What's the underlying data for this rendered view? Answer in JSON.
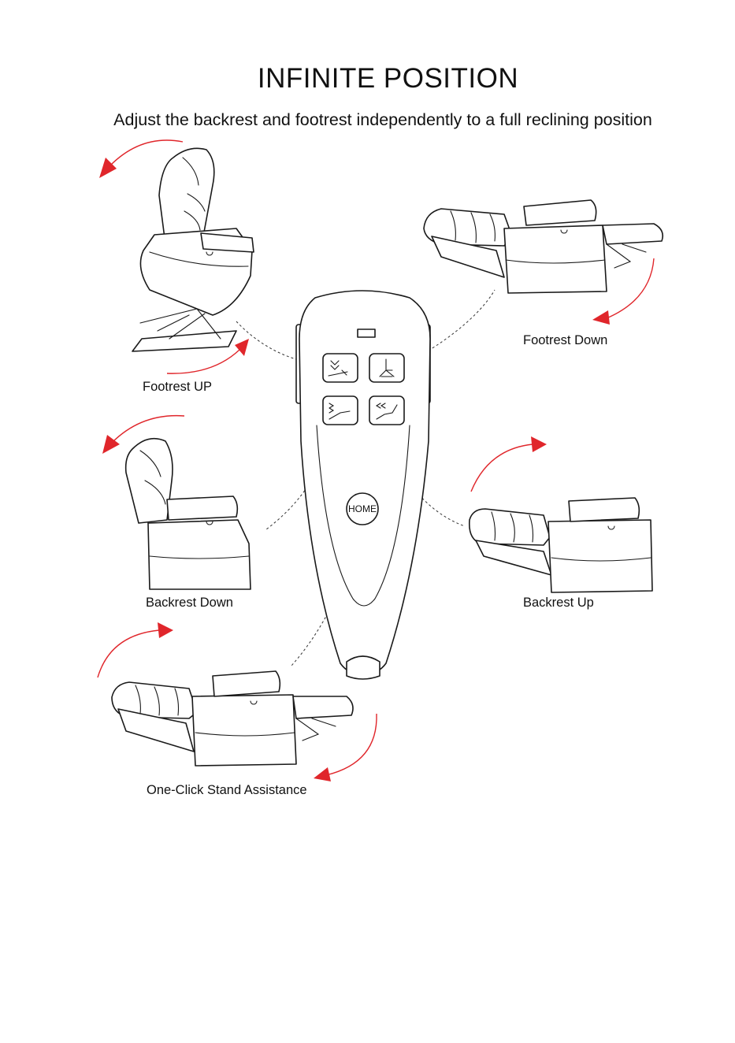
{
  "title": "INFINITE POSITION",
  "subtitle": "Adjust the backrest and footrest independently to a full reclining position",
  "captions": {
    "footrest_up": "Footrest UP",
    "footrest_down": "Footrest Down",
    "backrest_down": "Backrest Down",
    "backrest_up": "Backrest Up",
    "stand_assist": "One-Click Stand Assistance"
  },
  "remote": {
    "home_label": "HOME",
    "buttons": [
      "footrest-up-icon",
      "footrest-down-icon",
      "backrest-down-icon",
      "backrest-up-icon"
    ]
  },
  "colors": {
    "arrow": "#e0262b",
    "ink": "#1a1a1a",
    "background": "#ffffff"
  }
}
